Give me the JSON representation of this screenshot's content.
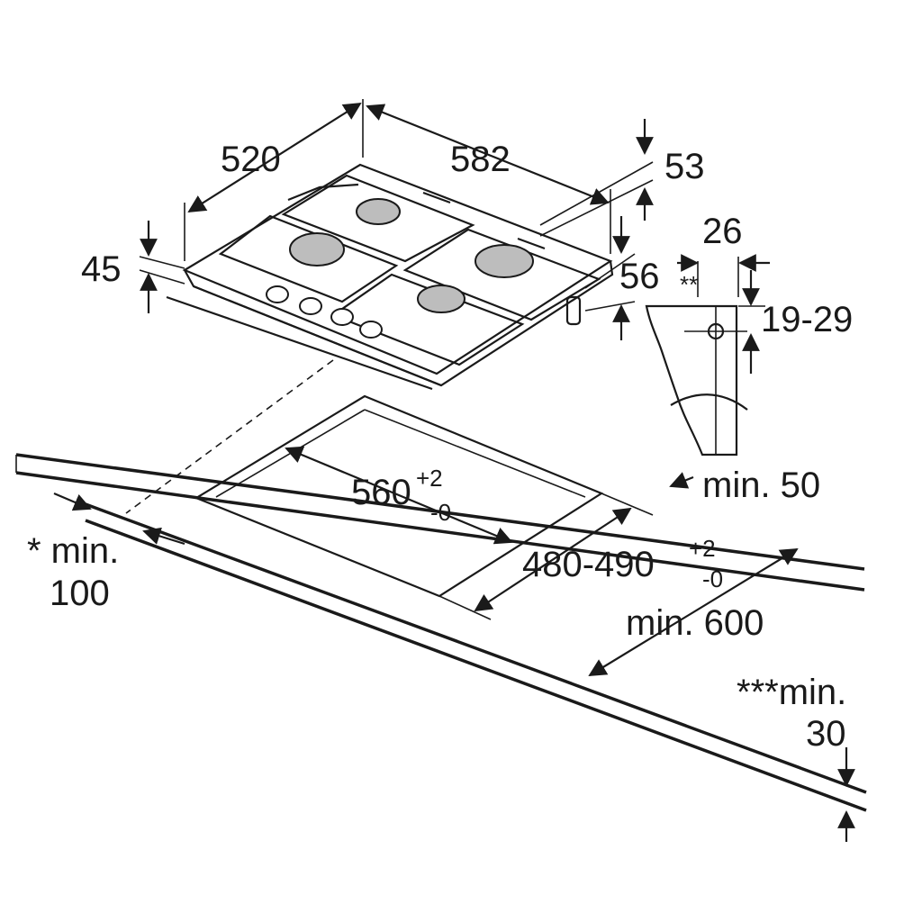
{
  "dimensions": {
    "depth": "520",
    "width": "582",
    "rear_height": "53",
    "height": "45",
    "side_height": "56",
    "bracket_width": "26",
    "bracket_note": "**",
    "worktop_thickness": "19-29",
    "cutout_width": "560",
    "cutout_width_tol_plus": "+2",
    "cutout_width_tol_minus": "-0",
    "cutout_depth": "480-490",
    "cutout_depth_tol_plus": "+2",
    "cutout_depth_tol_minus": "-0",
    "rear_clearance": "min. 50",
    "front_clearance_line1": "* min.",
    "front_clearance_line2": "100",
    "worktop_depth": "min. 600",
    "edge_clearance_line1": "***min.",
    "edge_clearance_line2": "30"
  }
}
